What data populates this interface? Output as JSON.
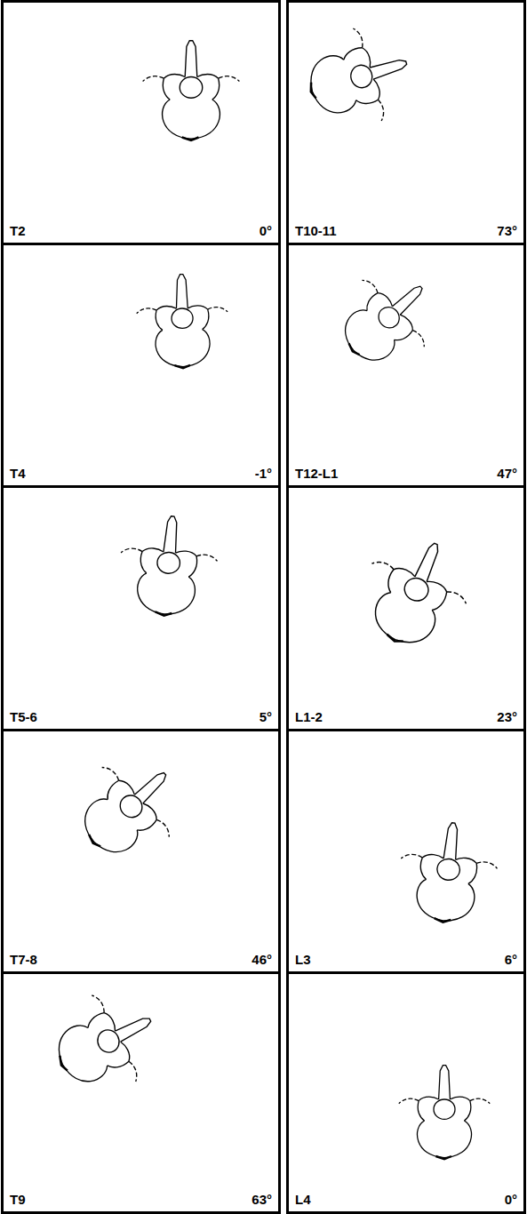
{
  "diagram": {
    "nodes": [
      {
        "text": [
          "T2",
          "0°"
        ]
      },
      {
        "text": [
          "T4",
          "-1°"
        ]
      },
      {
        "text": [
          "T5-6",
          "5°"
        ]
      },
      {
        "text": [
          "T7-8",
          "46°"
        ]
      },
      {
        "text": [
          "T9",
          "63°"
        ]
      },
      {
        "text": [
          "T10-11",
          "73°"
        ]
      },
      {
        "text": [
          "T12-L1",
          "47°"
        ]
      },
      {
        "text": [
          "L1-2",
          "23°"
        ]
      },
      {
        "text": [
          "L3",
          "6°"
        ]
      },
      {
        "text": [
          "L4",
          "0°"
        ]
      }
    ]
  }
}
